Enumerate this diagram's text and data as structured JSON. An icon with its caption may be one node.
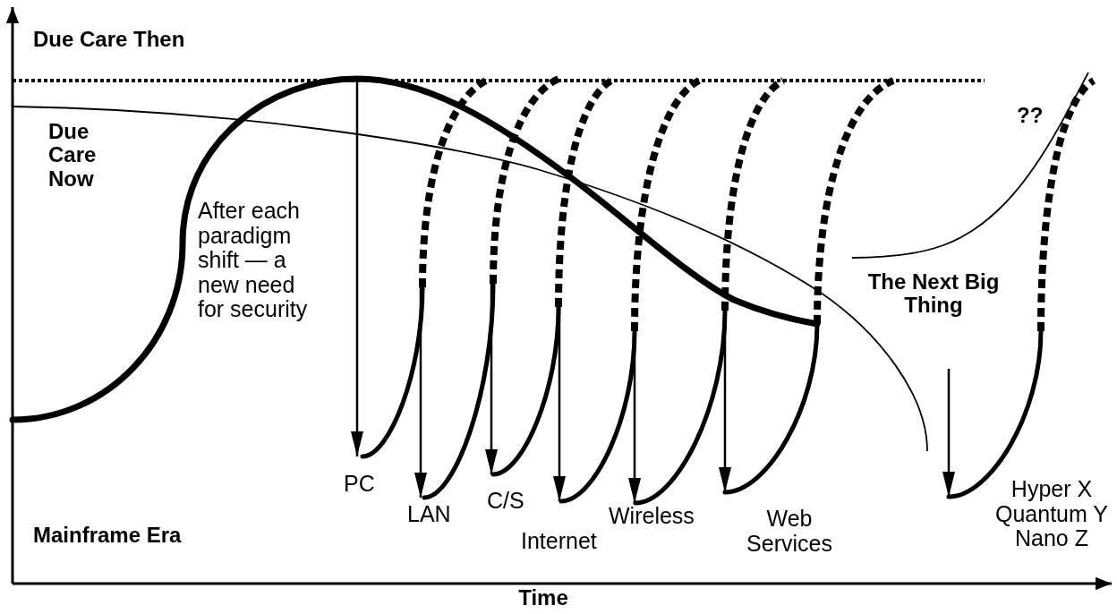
{
  "diagram": {
    "labels": [
      "Due Care Then",
      "Due Care Now",
      "After each paradigm shift — a new need for security",
      "PC",
      "LAN",
      "C/S",
      "Internet",
      "Wireless",
      "Web Services",
      "The Next Big Thing",
      "??",
      "Hyper X Quantum Y Nano Z",
      "Mainframe Era",
      "Time"
    ]
  }
}
